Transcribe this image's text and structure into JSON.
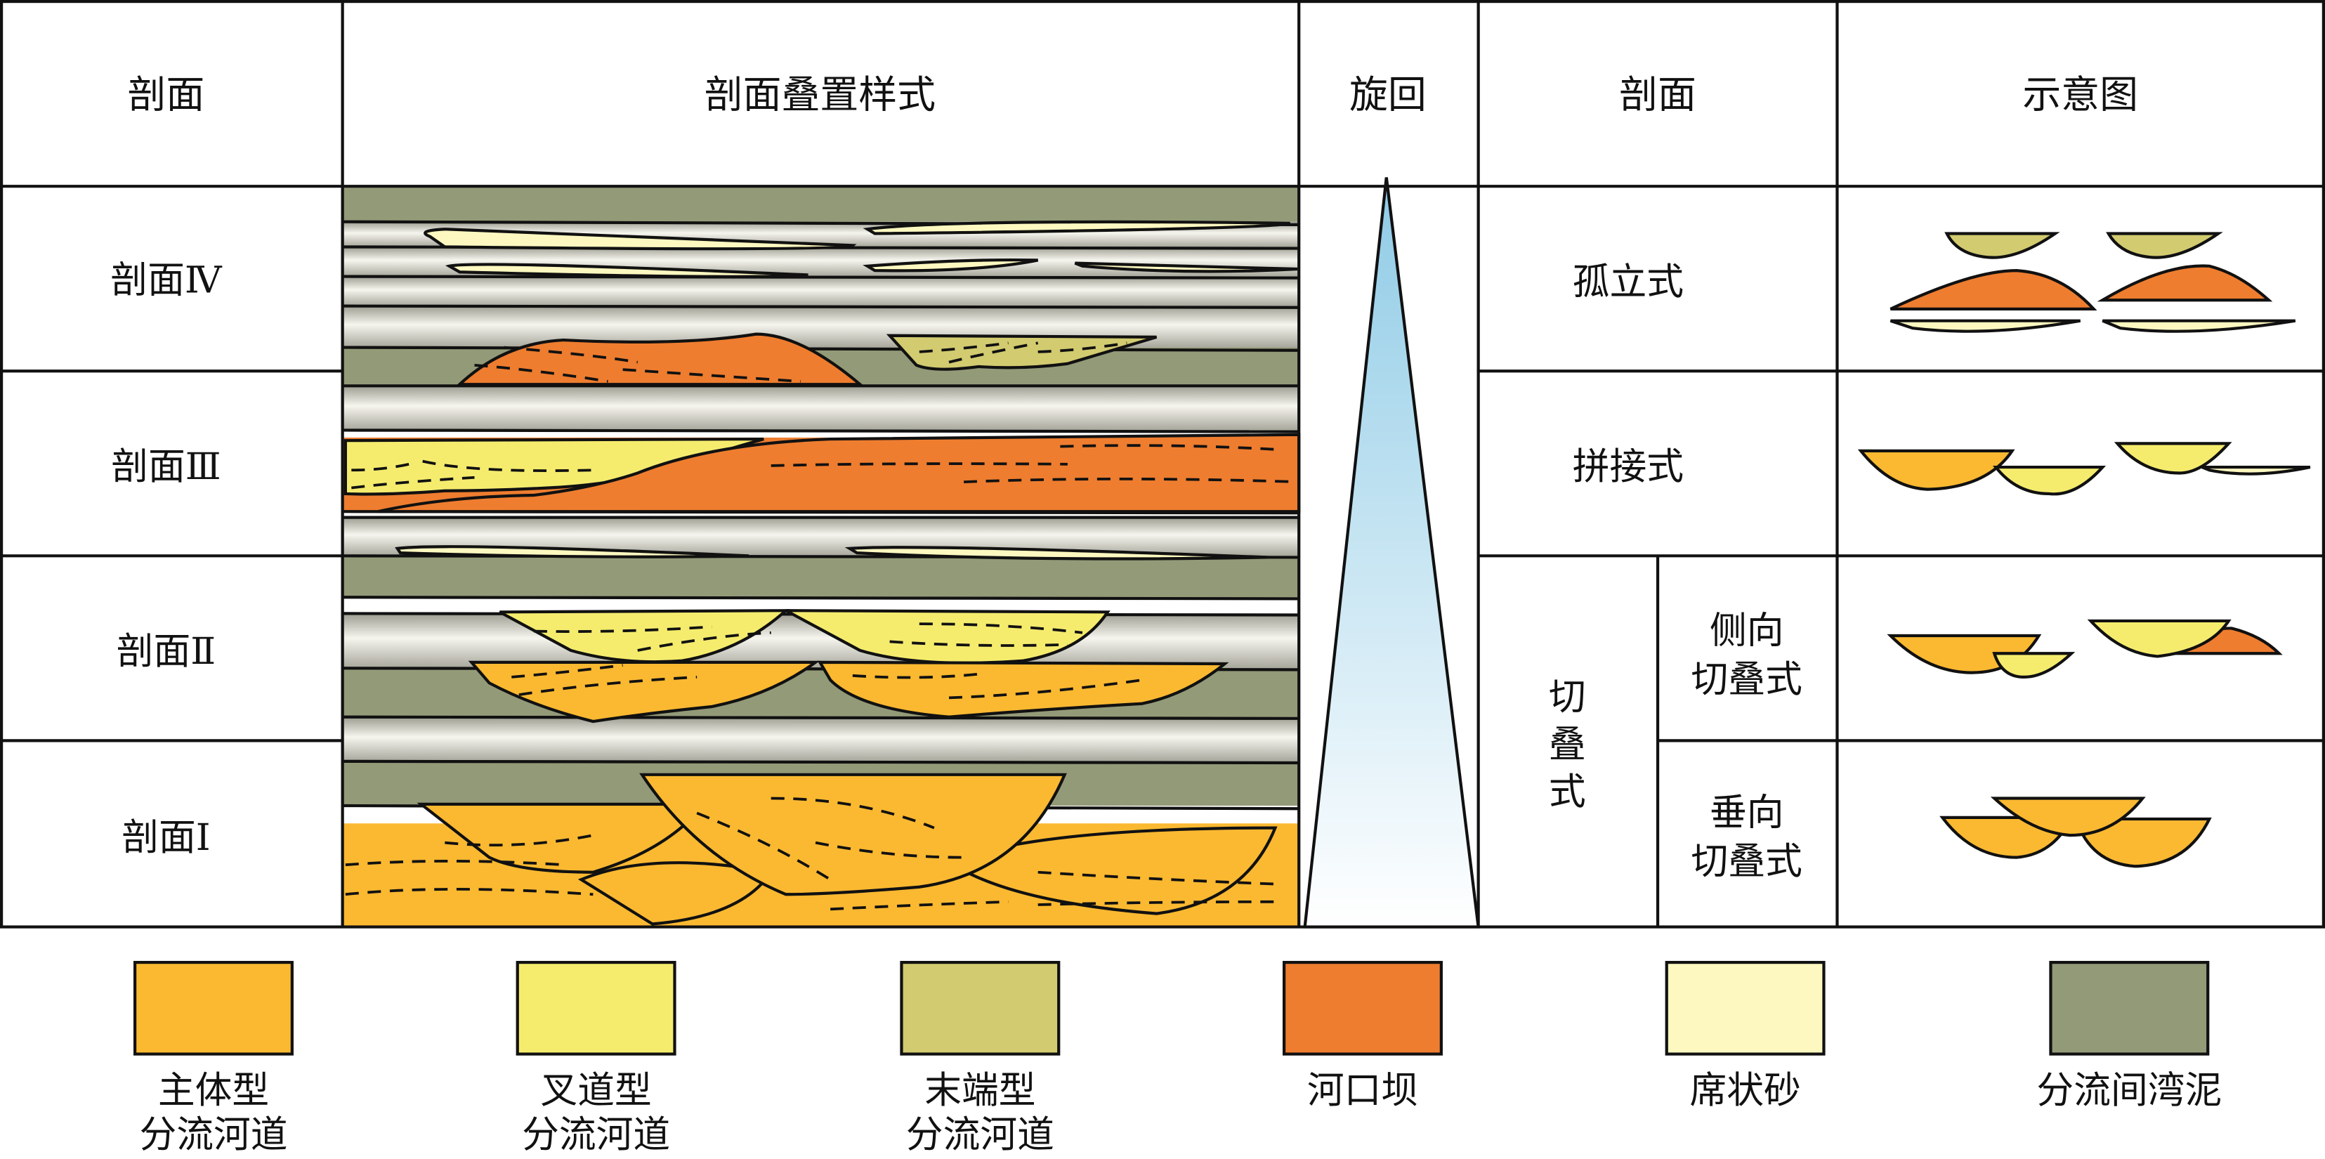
{
  "headers": {
    "section": "剖面",
    "stacking": "剖面叠置样式",
    "cycle": "旋回",
    "section2": "剖面",
    "sketch": "示意图"
  },
  "rows": [
    "剖面Ⅳ",
    "剖面Ⅲ",
    "剖面Ⅱ",
    "剖面Ⅰ"
  ],
  "styles": {
    "isolated": "孤立式",
    "spliced": "拼接式",
    "cut_stack": [
      "切",
      "叠",
      "式"
    ],
    "lateral": [
      "侧向",
      "切叠式"
    ],
    "vertical": [
      "垂向",
      "切叠式"
    ]
  },
  "legend": [
    {
      "lines": [
        "主体型",
        "分流河道"
      ],
      "color": "#fbb931"
    },
    {
      "lines": [
        "叉道型",
        "分流河道"
      ],
      "color": "#f5ec6e"
    },
    {
      "lines": [
        "末端型",
        "分流河道"
      ],
      "color": "#d2cb70"
    },
    {
      "lines": [
        "河口坝"
      ],
      "color": "#ee7d2f"
    },
    {
      "lines": [
        "席状砂"
      ],
      "color": "#fdf8c0"
    },
    {
      "lines": [
        "分流间湾泥"
      ],
      "color": "#939a78"
    }
  ]
}
